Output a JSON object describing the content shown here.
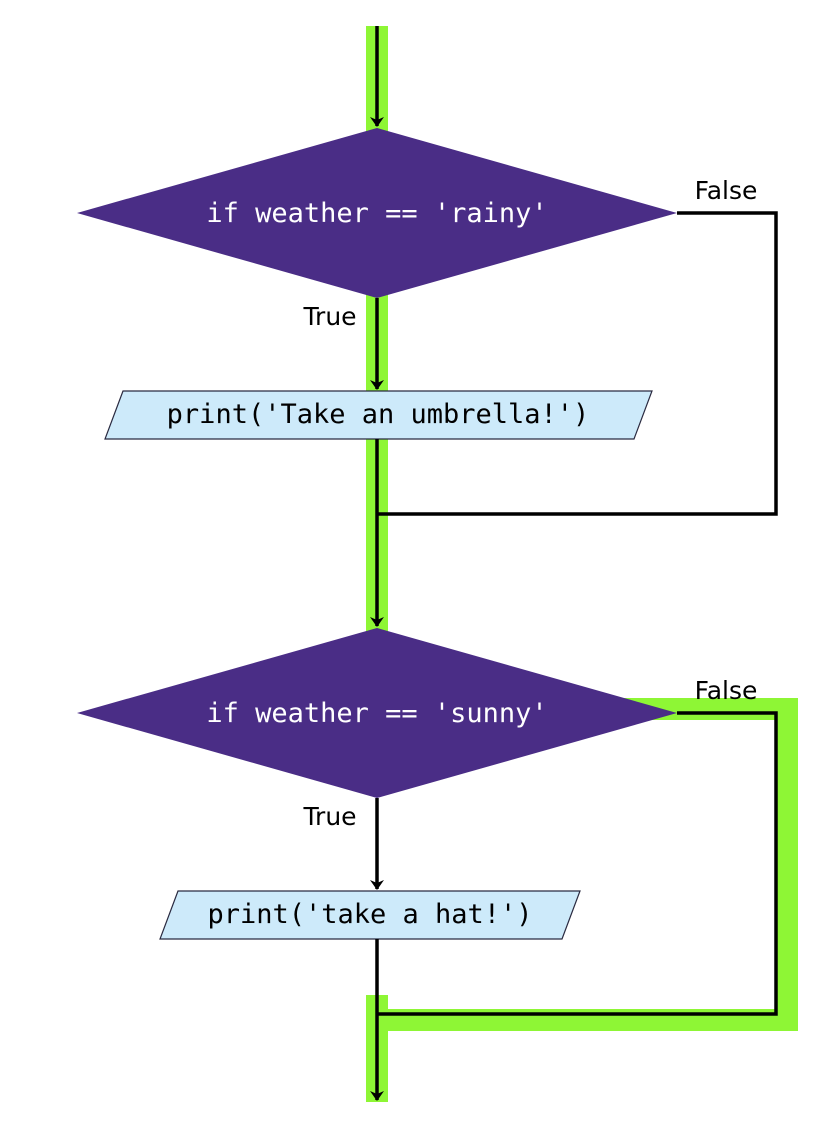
{
  "colors": {
    "decision_fill": "#4a2d86",
    "decision_text": "#ffffff",
    "io_fill": "#cdeafa",
    "io_stroke": "#2a2a40",
    "io_text": "#000000",
    "highlight": "#8ef635",
    "line": "#000000"
  },
  "nodes": {
    "decision1": {
      "text": "if weather == 'rainy'"
    },
    "action1": {
      "text": "print('Take an umbrella!')"
    },
    "decision2": {
      "text": "if weather == 'sunny'"
    },
    "action2": {
      "text": "print('take a hat!')"
    }
  },
  "edges": {
    "d1_true": "True",
    "d1_false": "False",
    "d2_true": "True",
    "d2_false": "False"
  },
  "highlighted_path": [
    "entry",
    "decision1",
    "d1_true",
    "action1",
    "merge1",
    "decision2",
    "d2_false",
    "merge2",
    "exit"
  ]
}
